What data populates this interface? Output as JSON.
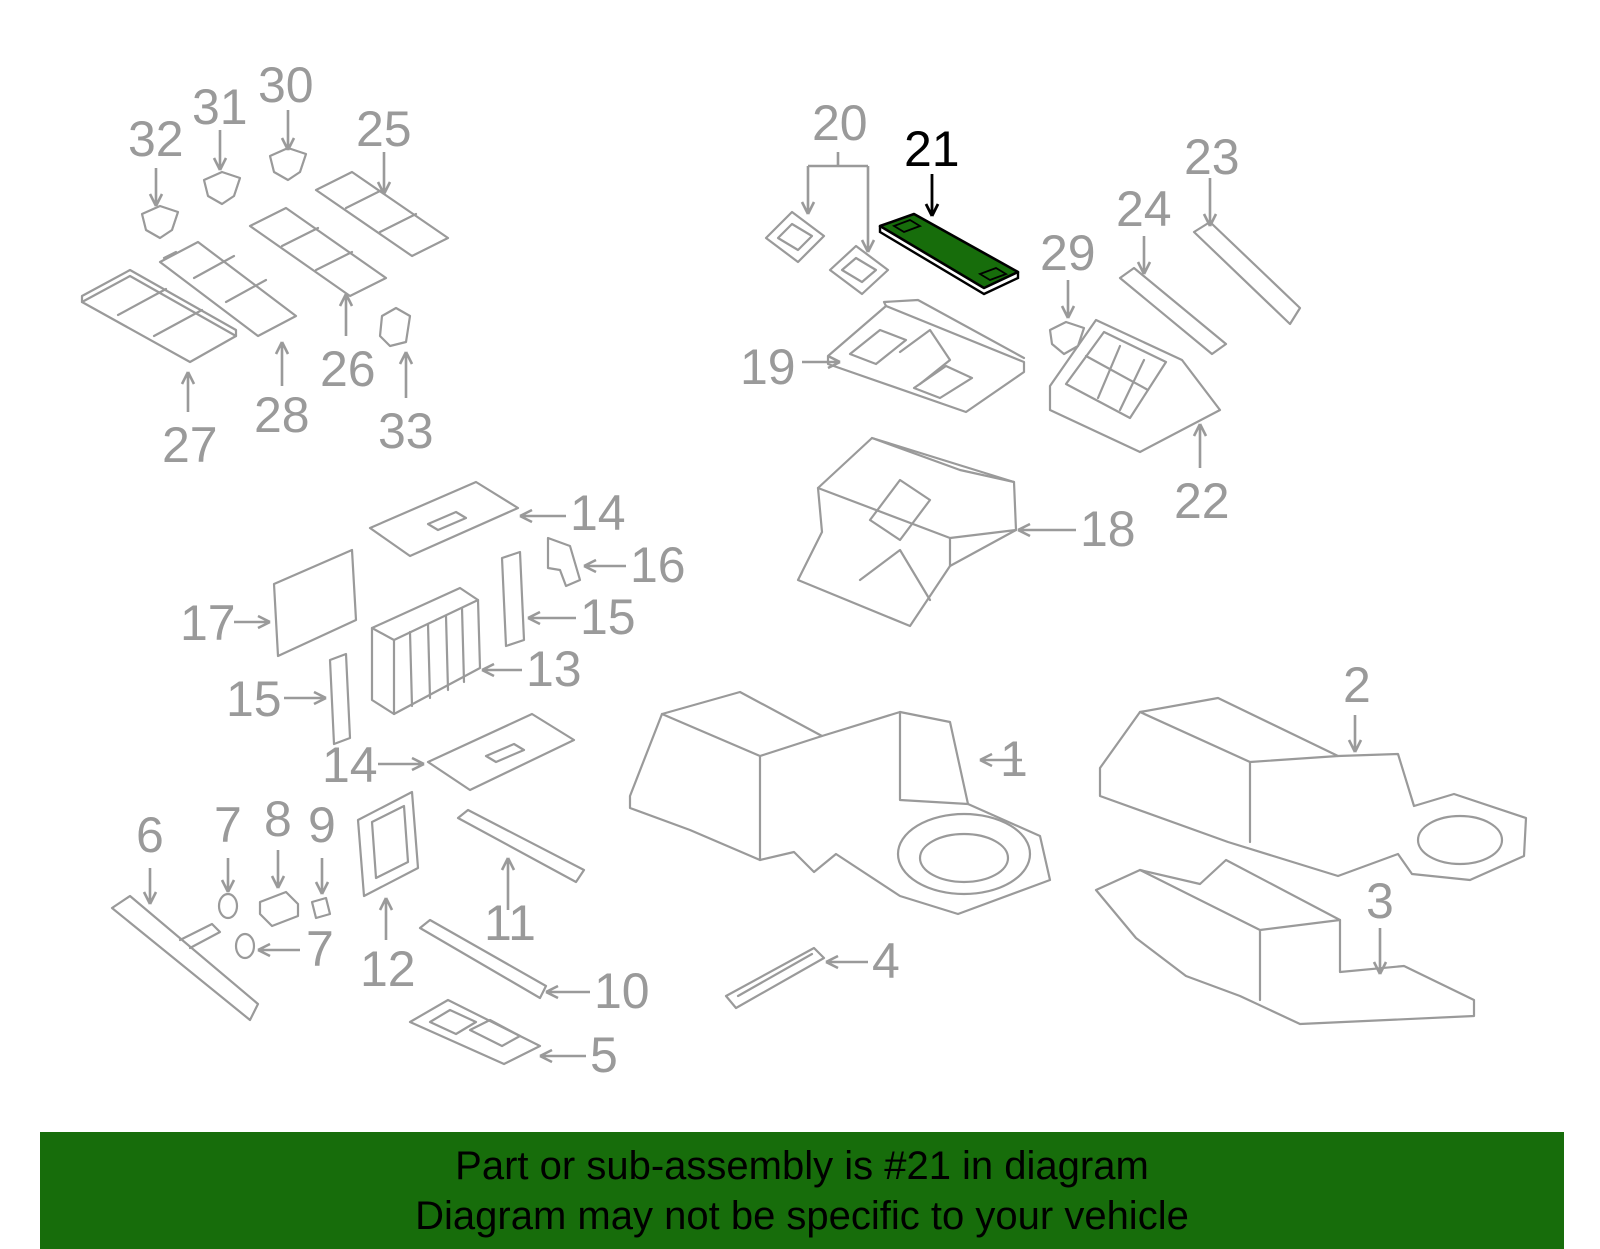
{
  "colors": {
    "line_gray": "#9a9a9a",
    "highlight_fill": "#176d0b",
    "highlight_stroke": "#000000",
    "banner_bg": "#176d0b"
  },
  "callouts": [
    {
      "id": "1",
      "text": "1"
    },
    {
      "id": "2",
      "text": "2"
    },
    {
      "id": "3",
      "text": "3"
    },
    {
      "id": "4",
      "text": "4"
    },
    {
      "id": "5",
      "text": "5"
    },
    {
      "id": "6",
      "text": "6"
    },
    {
      "id": "7a",
      "text": "7"
    },
    {
      "id": "7b",
      "text": "7"
    },
    {
      "id": "8",
      "text": "8"
    },
    {
      "id": "9",
      "text": "9"
    },
    {
      "id": "10",
      "text": "10"
    },
    {
      "id": "11",
      "text": "11"
    },
    {
      "id": "12",
      "text": "12"
    },
    {
      "id": "13",
      "text": "13"
    },
    {
      "id": "14a",
      "text": "14"
    },
    {
      "id": "14b",
      "text": "14"
    },
    {
      "id": "15a",
      "text": "15"
    },
    {
      "id": "15b",
      "text": "15"
    },
    {
      "id": "16",
      "text": "16"
    },
    {
      "id": "17",
      "text": "17"
    },
    {
      "id": "18",
      "text": "18"
    },
    {
      "id": "19",
      "text": "19"
    },
    {
      "id": "20",
      "text": "20"
    },
    {
      "id": "21",
      "text": "21",
      "highlighted": true
    },
    {
      "id": "22",
      "text": "22"
    },
    {
      "id": "23",
      "text": "23"
    },
    {
      "id": "24",
      "text": "24"
    },
    {
      "id": "25",
      "text": "25"
    },
    {
      "id": "26",
      "text": "26"
    },
    {
      "id": "27",
      "text": "27"
    },
    {
      "id": "28",
      "text": "28"
    },
    {
      "id": "29",
      "text": "29"
    },
    {
      "id": "30",
      "text": "30"
    },
    {
      "id": "31",
      "text": "31"
    },
    {
      "id": "32",
      "text": "32"
    },
    {
      "id": "33",
      "text": "33"
    }
  ],
  "banner": {
    "line1": "Part or sub-assembly is #21 in diagram",
    "line2": "Diagram may not be specific to your vehicle"
  }
}
